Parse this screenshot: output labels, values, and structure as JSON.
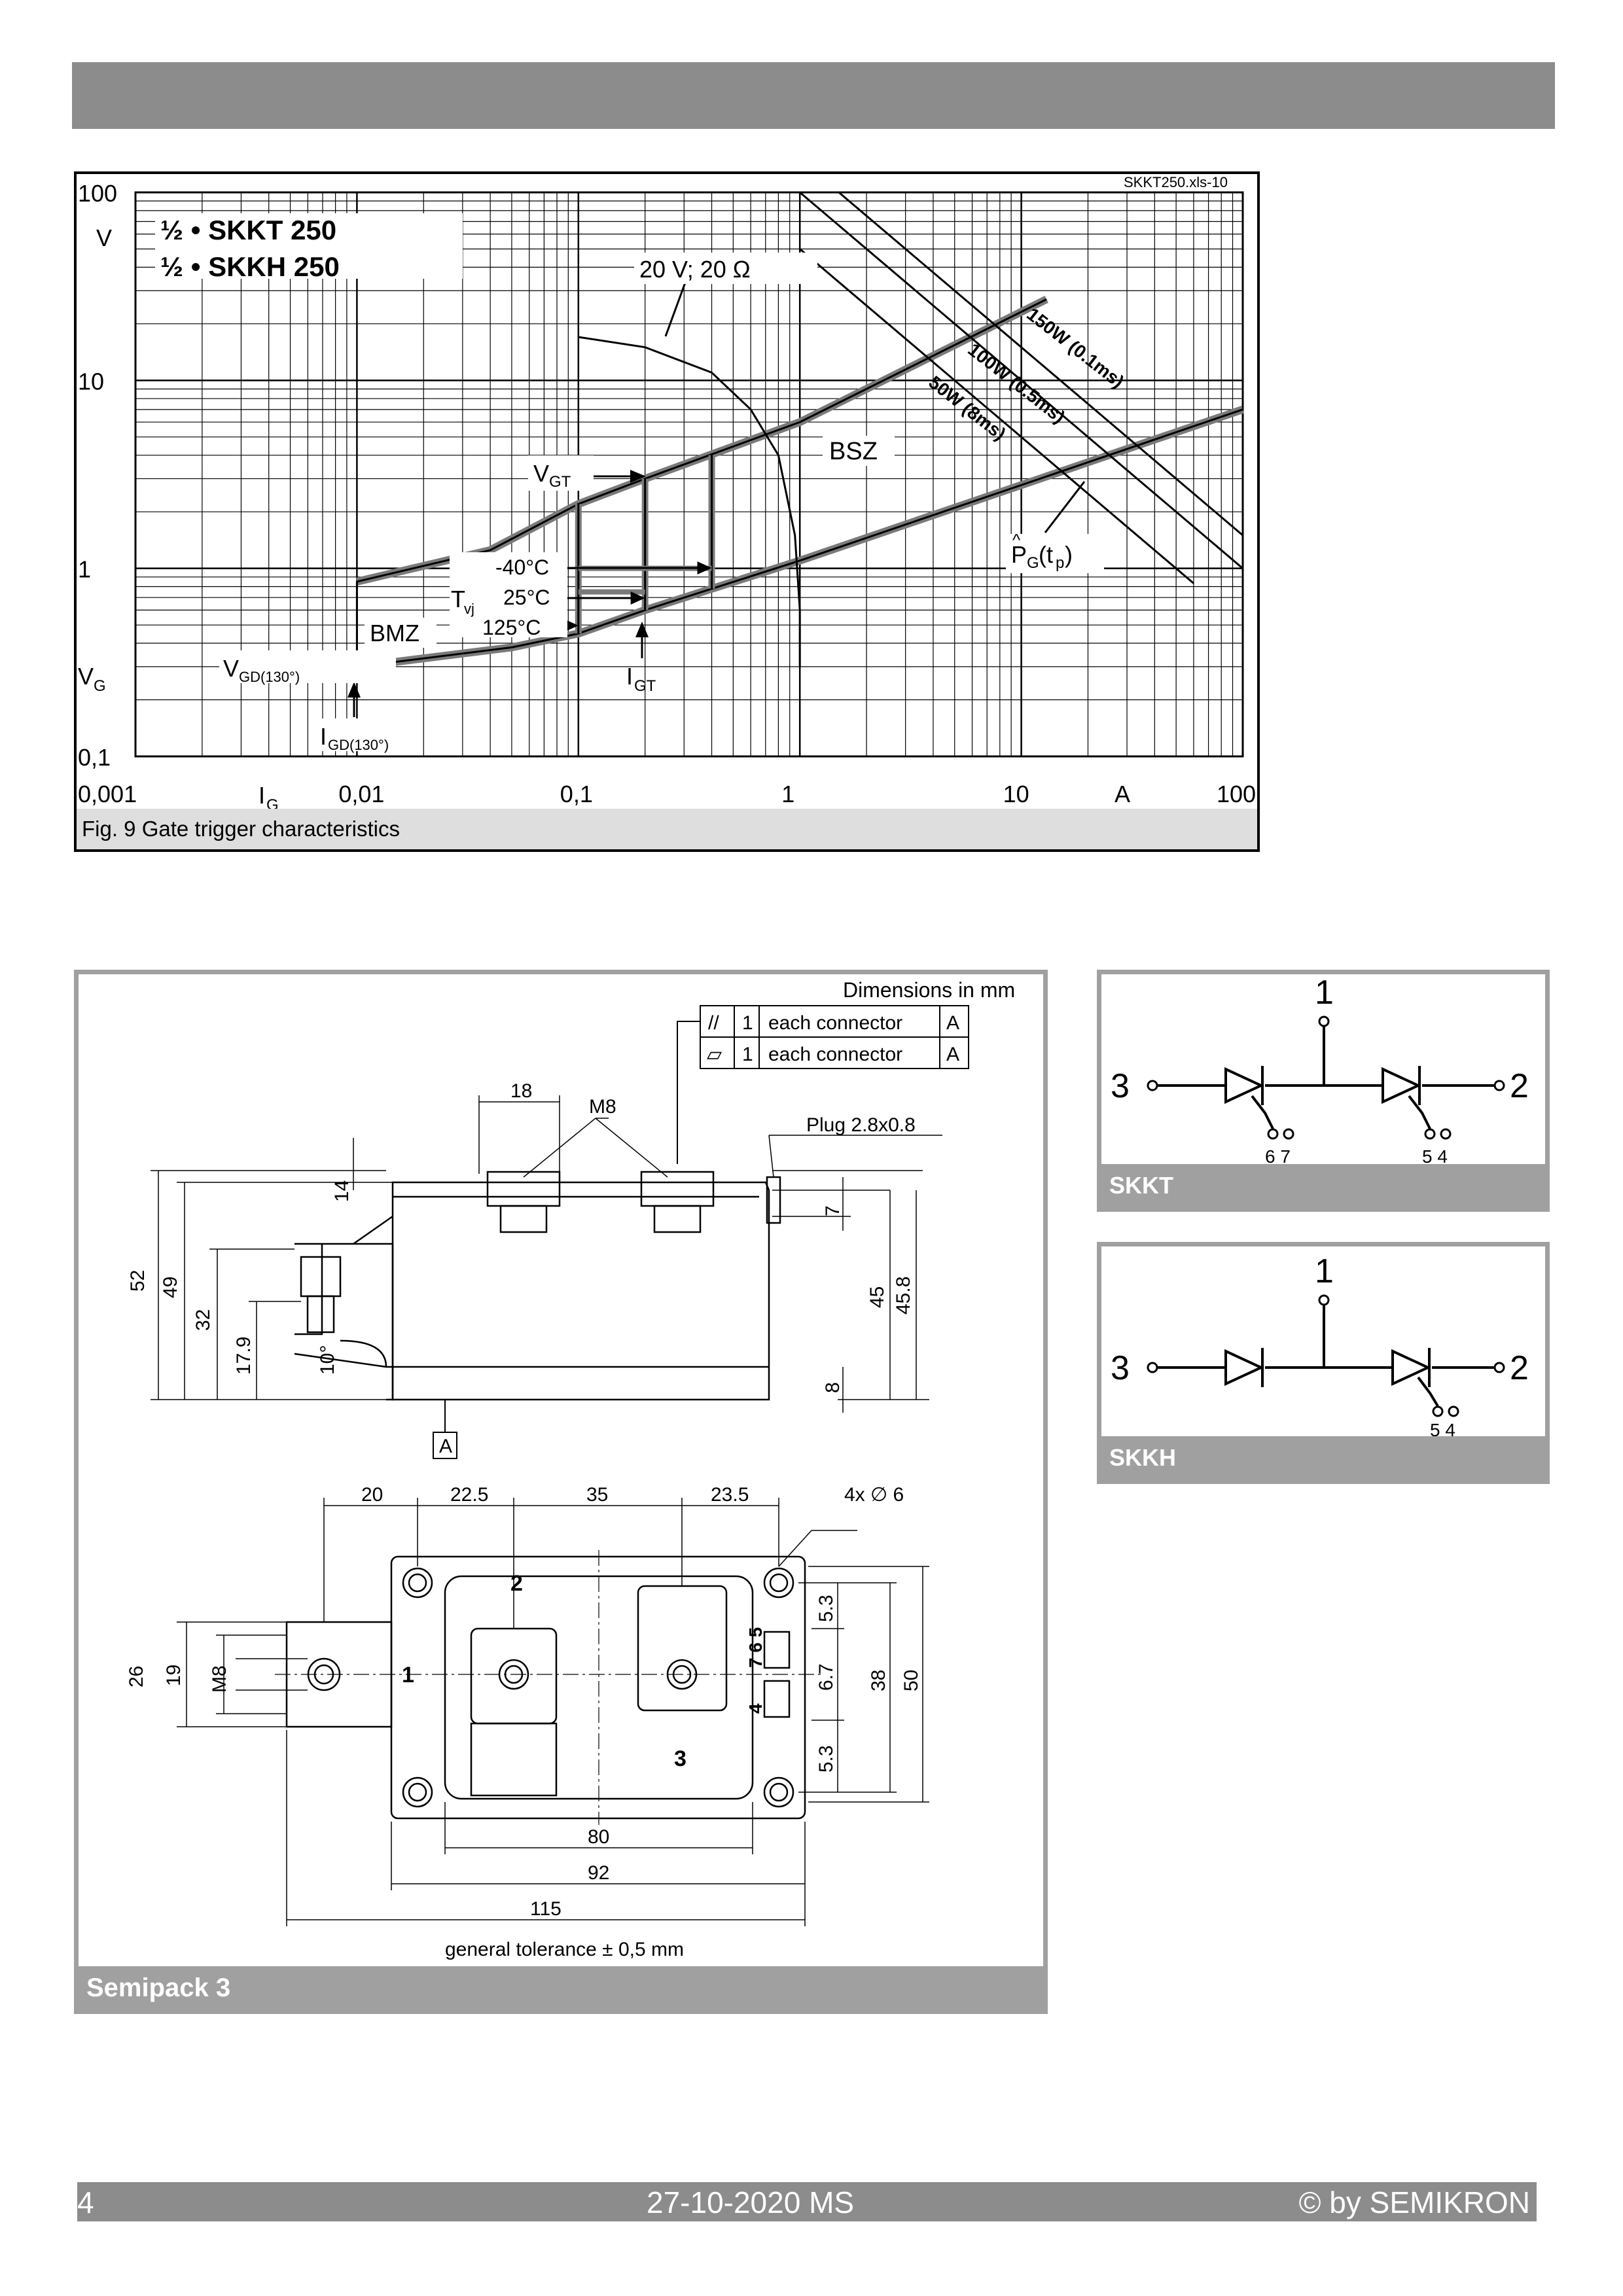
{
  "chart_data": {
    "type": "line",
    "title": "",
    "xlabel": "I_G",
    "ylabel": "V_G",
    "x_unit": "A",
    "y_unit": "V",
    "xscale": "log",
    "yscale": "log",
    "xlim": [
      0.001,
      100
    ],
    "ylim": [
      0.1,
      100
    ],
    "x_ticks": [
      "0,001",
      "0,01",
      "0,1",
      "1",
      "10",
      "100"
    ],
    "y_ticks": [
      "0,1",
      "1",
      "10",
      "100"
    ],
    "grid": true,
    "file_tag": "SKKT250.xls-10",
    "device_labels": [
      "½ • SKKT 250",
      "½ • SKKH 250"
    ],
    "annotations": {
      "load_line": "20 V; 20 Ω",
      "bsz": "BSZ",
      "bmz": "BMZ",
      "vgt": "V_GT",
      "igt": "I_GT",
      "vgd": "V_GD(130°)",
      "igd": "I_GD(130°)",
      "tvj": "T_vj",
      "temps": [
        "-40°C",
        "25°C",
        "125°C"
      ],
      "pg": "P̂_G(t_p)",
      "power_lines": [
        "150W (0.1ms)",
        "100W (0.5ms)",
        "50W (8ms)"
      ]
    },
    "series": [
      {
        "name": "upper limit",
        "x": [
          0.01,
          0.04,
          0.1,
          0.2,
          1,
          13
        ],
        "y": [
          0.85,
          1.25,
          2.2,
          3.0,
          6.0,
          27
        ]
      },
      {
        "name": "lower limit",
        "x": [
          0.01,
          0.05,
          0.1,
          0.2,
          1,
          100
        ],
        "y": [
          0.3,
          0.38,
          0.45,
          0.6,
          1.1,
          7.0
        ]
      },
      {
        "name": "150W (0.1ms)",
        "x": [
          1.5,
          100
        ],
        "y": [
          100,
          1.5
        ]
      },
      {
        "name": "100W (0.5ms)",
        "x": [
          1,
          100
        ],
        "y": [
          100,
          1.0
        ]
      },
      {
        "name": "50W (8ms)",
        "x": [
          1,
          60
        ],
        "y": [
          50,
          0.833
        ]
      }
    ],
    "caption": "Fig. 9 Gate trigger characteristics"
  },
  "drawing": {
    "dimensions_note": "Dimensions in mm",
    "tolerance_rows": [
      {
        "symbol": "//",
        "value": "1",
        "text": "each connector",
        "ref": "A"
      },
      {
        "symbol": "▱",
        "value": "1",
        "text": "each connector",
        "ref": "A"
      }
    ],
    "side_labels": {
      "d18": "18",
      "m8": "M8",
      "plug": "Plug 2.8x0.8",
      "d14": "14",
      "d7": "7",
      "d52": "52",
      "d49": "49",
      "d32": "32",
      "d17_9": "17.9",
      "d10deg": "10°",
      "d45": "45",
      "d45_8": "45.8",
      "d8": "8",
      "datum": "A"
    },
    "top_labels": {
      "d20": "20",
      "d22_5": "22.5",
      "d35": "35",
      "d23_5": "23.5",
      "holes": "4x ∅ 6",
      "d5_3a": "5.3",
      "d6_7": "6.7",
      "d5_3b": "5.3",
      "d38": "38",
      "d50": "50",
      "d26": "26",
      "d19": "19",
      "m8": "M8",
      "d80": "80",
      "d92": "92",
      "d115": "115",
      "term1": "1",
      "term2": "2",
      "term3": "3",
      "pins_top": "7 6 5",
      "pins_bottom": "4",
      "tolerance": "general tolerance ± 0,5 mm"
    },
    "caption": "Semipack 3"
  },
  "schematics": [
    {
      "caption": "SKKT",
      "term_top": "1",
      "term_left": "3",
      "term_right": "2",
      "gates_left": "6  7",
      "gates_right": "5  4"
    },
    {
      "caption": "SKKH",
      "term_top": "1",
      "term_left": "3",
      "term_right": "2",
      "gates_right": "5  4"
    }
  ],
  "footer": {
    "page": "4",
    "date": "27-10-2020 MS",
    "copyright": "© by SEMIKRON"
  }
}
